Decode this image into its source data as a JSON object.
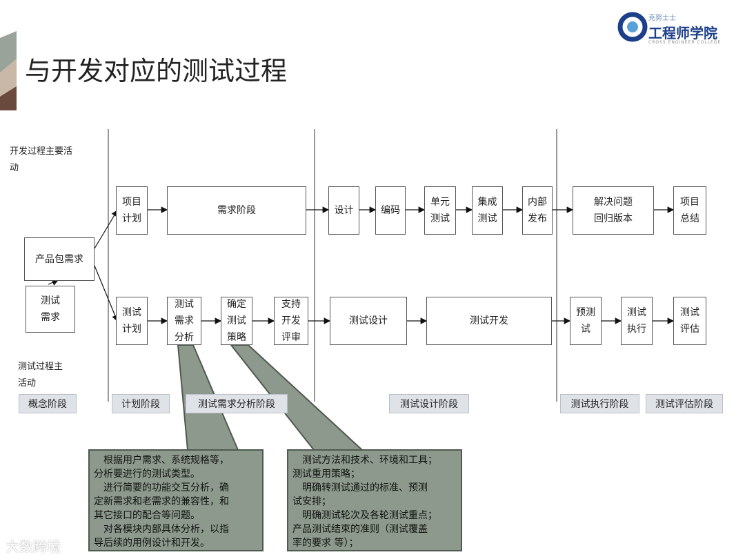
{
  "title": "与开发对应的测试过程",
  "logo": {
    "small": "克努士士",
    "name": "工程师学院",
    "english": "CROSS ENGINEER COLLEGE"
  },
  "labels": {
    "dev_main": "开发过程主要活\n动",
    "test_main": "测试过程主\n活动"
  },
  "dev_row": {
    "project_plan": "项目\n计划",
    "requirements": "需求阶段",
    "design": "设计",
    "coding": "编码",
    "unit_test": "单元\n测试",
    "integration_test": "集成\n测试",
    "internal_release": "内部\n发布",
    "fix_regression": "解决问题\n回归版本",
    "project_summary": "项目\n总结"
  },
  "left": {
    "product_req": "产品包需求",
    "test_req": "测试\n需求"
  },
  "test_row": {
    "test_plan": "测试\n计划",
    "req_analysis": "测试\n需求\n分析",
    "strategy": "确定\n测试\n策略",
    "review": "支持\n开发\n评审",
    "test_design": "测试设计",
    "test_dev": "测试开发",
    "pretest": "预测\n试",
    "execution": "测试\n执行",
    "evaluation": "测试\n评估"
  },
  "phases": {
    "concept": "概念阶段",
    "plan": "计划阶段",
    "req_analysis": "测试需求分析阶段",
    "design": "测试设计阶段",
    "execution": "测试执行阶段",
    "evaluation": "测试评估阶段"
  },
  "notes": {
    "left": "　根据用户需求、系统规格等，\n分析要进行的测试类型。\n　进行简要的功能交互分析，确\n定新需求和老需求的兼容性，和\n其它接口的配合等问题。\n　对各模块内部具体分析，以指\n导后续的用例设计和开发。",
    "right": "　测试方法和技术、环境和工具；\n测试重用策略；\n　明确转测试通过的标准、预测\n试安排；\n　明确测试轮次及各轮测试重点；\n产品测试结束的准则（测试覆盖\n率的要求 等）；"
  },
  "watermark": "大数跨境",
  "colors": {
    "note_bg": "#8c998c",
    "note_border": "#4e5a4e",
    "phase_bg": "#dfe3e8",
    "accent": "#1c3f8a"
  }
}
